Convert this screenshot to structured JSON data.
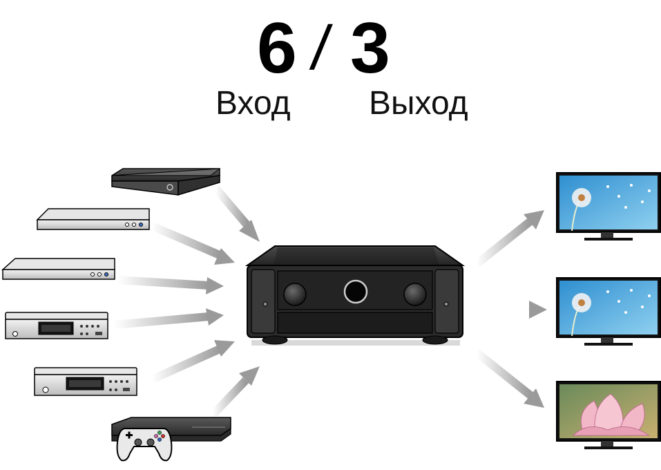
{
  "header": {
    "inputs_count": "6",
    "separator": "/",
    "outputs_count": "3",
    "inputs_label": "Вход",
    "outputs_label": "Выход"
  },
  "sources": [
    {
      "kind": "streaming-box-icon"
    },
    {
      "kind": "blu-ray-player-icon"
    },
    {
      "kind": "dvd-player-icon"
    },
    {
      "kind": "cd-player-icon"
    },
    {
      "kind": "cd-player-icon"
    },
    {
      "kind": "game-console-icon"
    }
  ],
  "center": {
    "kind": "av-receiver-icon"
  },
  "displays": [
    {
      "kind": "tv-dandelion-icon"
    },
    {
      "kind": "tv-dandelion-icon"
    },
    {
      "kind": "tv-lotus-icon"
    }
  ],
  "colors": {
    "arrow": "#a8a8a8",
    "receiver_body": "#2b2b2b",
    "device_silver": "#cfcfcf",
    "sky_blue": "#4aa6d8"
  }
}
